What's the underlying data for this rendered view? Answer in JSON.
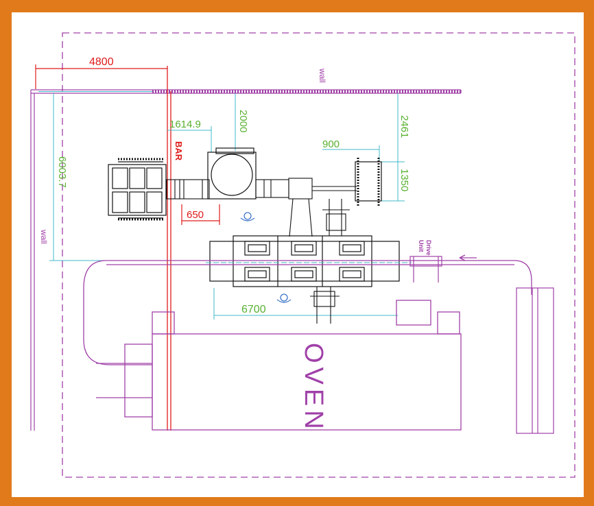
{
  "colors": {
    "frame": "#e07a1a",
    "purple": "#a040a8",
    "red": "#e01a1a",
    "green": "#58b030",
    "cyan": "#40b8c8",
    "black": "#111111",
    "blue": "#2060c0"
  },
  "labels": {
    "wall_top": "wall",
    "wall_left": "wall",
    "oven": "OVEN",
    "drive_unit_line1": "Drive",
    "drive_unit_line2": "Unit",
    "bar": "BAR"
  },
  "dimensions": {
    "d4800": "4800",
    "d1614": "1614.9",
    "d2000": "2000",
    "d2461": "2461",
    "d900": "900",
    "d1350": "1350",
    "d6003": "6003.7",
    "d650": "650",
    "d6700": "6700"
  }
}
